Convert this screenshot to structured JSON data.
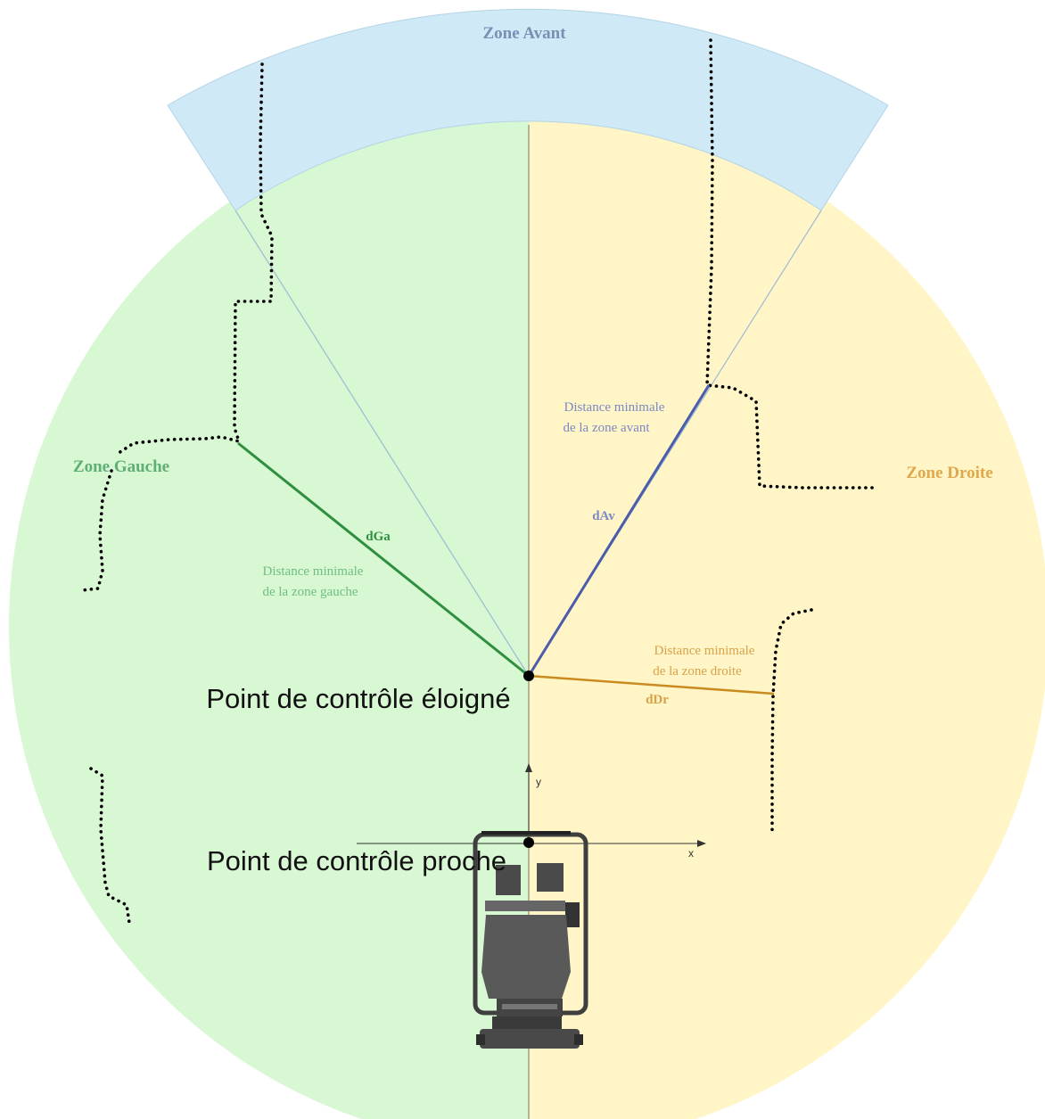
{
  "zones": {
    "front": {
      "label": "Zone Avant",
      "fill": "#cfe9f7",
      "label_color": "#7a8fb3"
    },
    "left": {
      "label": "Zone Gauche",
      "fill": "#d8f7d3",
      "label_color": "#5fae78"
    },
    "right": {
      "label": "Zone Droite",
      "fill": "#fff5c7",
      "label_color": "#e0a84c"
    }
  },
  "distances": {
    "left": {
      "symbol": "dGa",
      "line1": "Distance minimale",
      "line2": "de la zone gauche",
      "color": "#2f8f3f",
      "text_color": "#6fbf83"
    },
    "front": {
      "symbol": "dAv",
      "line1": "Distance minimale",
      "line2": "de la zone avant",
      "color": "#4b5cab",
      "text_color": "#7c88c4"
    },
    "right": {
      "symbol": "dDr",
      "line1": "Distance minimale",
      "line2": "de la zone droite",
      "color": "#c98a1e",
      "text_color": "#d7a24a"
    }
  },
  "control_points": {
    "far": "Point de contrôle éloigné",
    "near": "Point de contrôle proche"
  },
  "axes": {
    "x": "x",
    "y": "y"
  },
  "colors": {
    "divider": "#8a8a6a",
    "obstacle": "#000000",
    "robot": "#555555"
  }
}
